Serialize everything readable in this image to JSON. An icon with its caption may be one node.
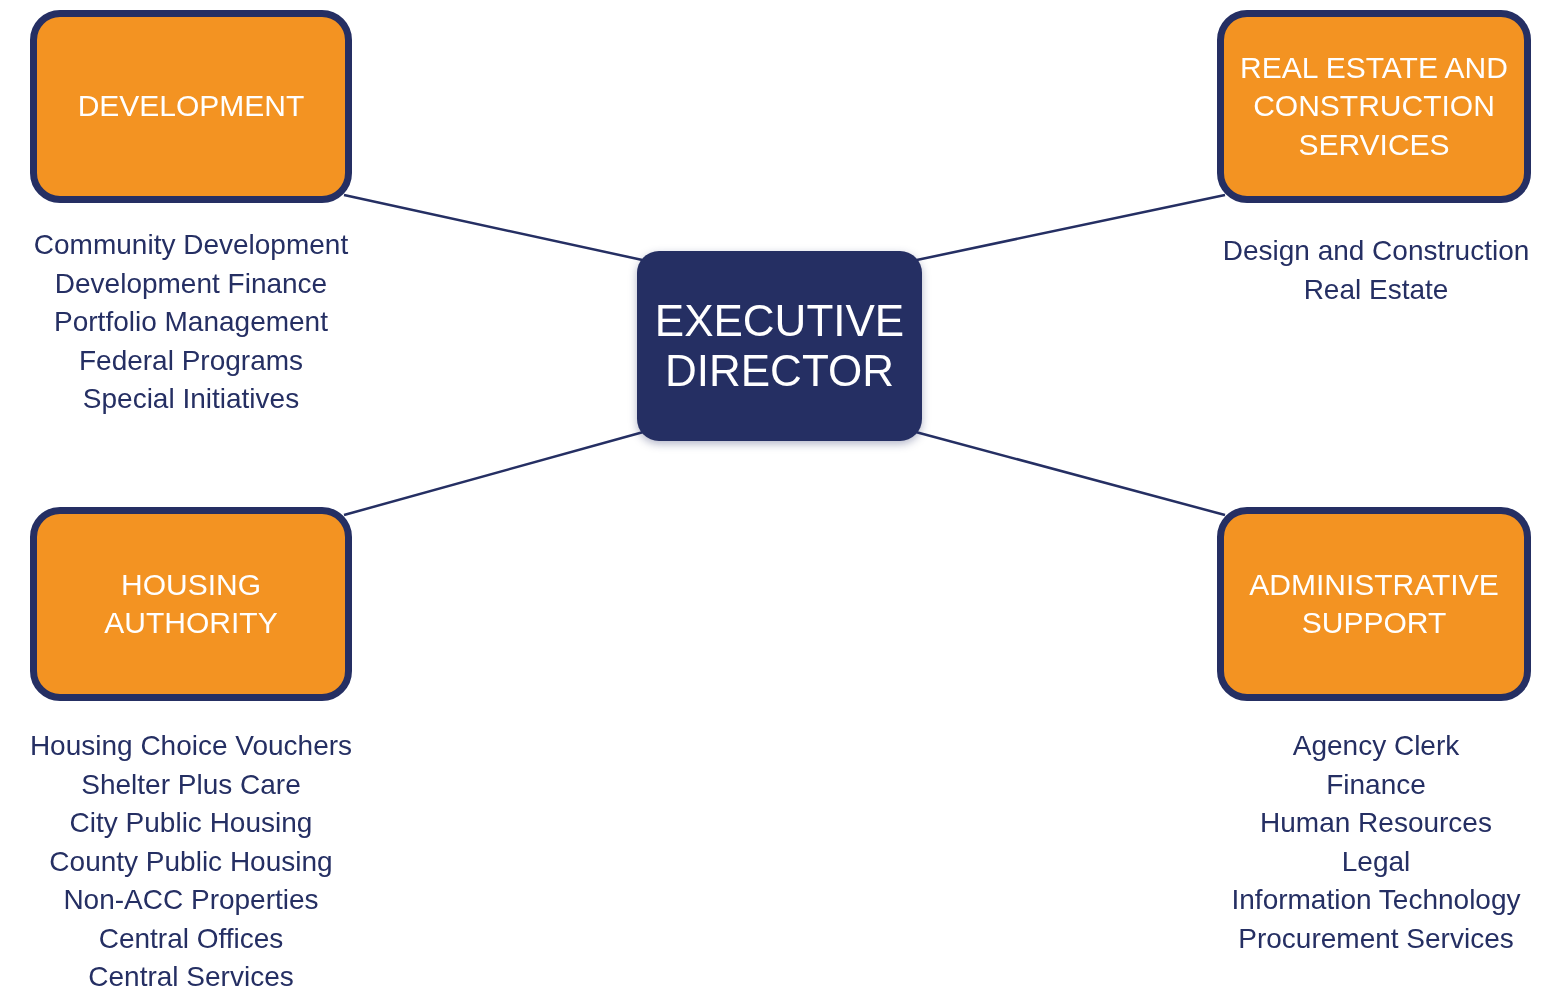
{
  "diagram": {
    "nodes": [
      {
        "text": [
          "EXECUTIVE DIRECTOR"
        ]
      },
      {
        "text": [
          "DEVELOPMENT"
        ],
        "beside": [
          "Community Development",
          "Development Finance",
          "Portfolio Management",
          "Federal Programs",
          "Special Initiatives"
        ]
      },
      {
        "text": [
          "REAL ESTATE AND CONSTRUCTION SERVICES"
        ],
        "beside": [
          "Design and Construction",
          "Real Estate"
        ]
      },
      {
        "text": [
          "HOUSING AUTHORITY"
        ],
        "beside": [
          "Housing Choice Vouchers",
          "Shelter Plus Care",
          "City Public Housing",
          "County Public Housing",
          "Non-ACC Properties",
          "Central Offices",
          "Central Services"
        ]
      },
      {
        "text": [
          "ADMINISTRATIVE SUPPORT"
        ],
        "beside": [
          "Agency Clerk",
          "Finance",
          "Human Resources",
          "Legal",
          "Information Technology",
          "Procurement Services"
        ]
      }
    ],
    "edges": [
      {
        "from": 0,
        "to": 1,
        "arrow": "none"
      },
      {
        "from": 0,
        "to": 2,
        "arrow": "none"
      },
      {
        "from": 0,
        "to": 3,
        "arrow": "none"
      },
      {
        "from": 0,
        "to": 4,
        "arrow": "none"
      }
    ]
  }
}
